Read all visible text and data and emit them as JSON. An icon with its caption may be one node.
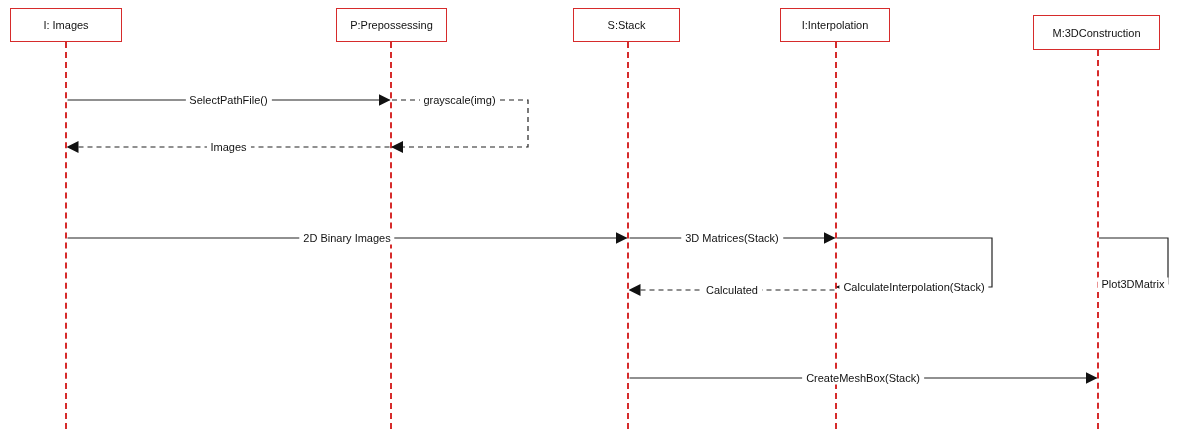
{
  "diagram": {
    "nodes": [
      {
        "text": [
          "I: Images"
        ]
      },
      {
        "text": [
          "P:Prepossessing"
        ]
      },
      {
        "text": [
          "S:Stack"
        ]
      },
      {
        "text": [
          "I:Interpolation"
        ]
      },
      {
        "text": [
          "M:3DConstruction"
        ]
      },
      {
        "text": [],
        "shape": "line"
      },
      {
        "text": [],
        "shape": "line"
      },
      {
        "text": [],
        "shape": "line"
      },
      {
        "text": [],
        "shape": "line"
      },
      {
        "text": [],
        "shape": "line"
      }
    ],
    "edges": [
      {
        "from": 5,
        "to": 6,
        "arrow": "to",
        "label": "SelectPathFile()"
      },
      {
        "from": 6,
        "to": 6,
        "arrow": "to",
        "label": "grayscale(img)",
        "style": "dashed"
      },
      {
        "from": 6,
        "to": 5,
        "arrow": "to",
        "label": "Images",
        "style": "dashed"
      },
      {
        "from": 5,
        "to": 7,
        "arrow": "to",
        "label": "2D Binary Images"
      },
      {
        "from": 7,
        "to": 8,
        "arrow": "to",
        "label": "3D Matrices(Stack)"
      },
      {
        "from": 8,
        "to": 8,
        "arrow": "to",
        "label": "CalculateInterpolation(Stack)"
      },
      {
        "from": 8,
        "to": 7,
        "arrow": "to",
        "label": "Calculated",
        "style": "dashed"
      },
      {
        "from": 9,
        "to": 9,
        "arrow": "none",
        "label": "Plot3DMatrix"
      },
      {
        "from": 7,
        "to": 9,
        "arrow": "to",
        "label": "CreateMeshBox(Stack)"
      }
    ]
  }
}
